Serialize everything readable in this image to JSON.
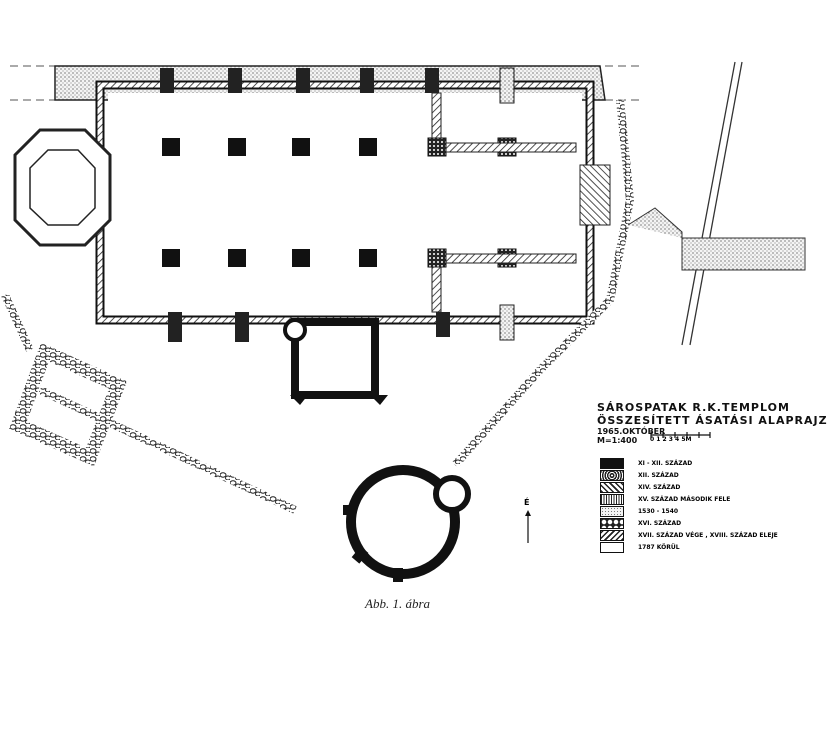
{
  "legend": {
    "title_line1": "SÁROSPATAK   R.K.TEMPLOM",
    "title_line2": "ÖSSZESÍTETT ÁSATÁSI ALAPRAJZ",
    "date": "1965.OKTÓBER",
    "scale_label": "M=1:400",
    "scale_ticks": "0  1  2  3  4  5M",
    "items": [
      {
        "label": "XI - XII. SZÁZAD",
        "pattern": "solid-black"
      },
      {
        "label": "XII. SZÁZAD",
        "pattern": "dark-dots"
      },
      {
        "label": "XIV. SZÁZAD",
        "pattern": "diagonal-hatch"
      },
      {
        "label": "XV. SZÁZAD MÁSODIK FELE",
        "pattern": "vertical-hatch"
      },
      {
        "label": "1530 - 1540",
        "pattern": "light-dots"
      },
      {
        "label": "XVI. SZÁZAD",
        "pattern": "stones"
      },
      {
        "label": "XVII. SZÁZAD VÉGE , XVIII. SZÁZAD ELEJE",
        "pattern": "reverse-hatch"
      },
      {
        "label": "1787 KÖRÜL",
        "pattern": "blank"
      }
    ]
  },
  "north_label": "É",
  "caption": "Abb. 1. ábra"
}
